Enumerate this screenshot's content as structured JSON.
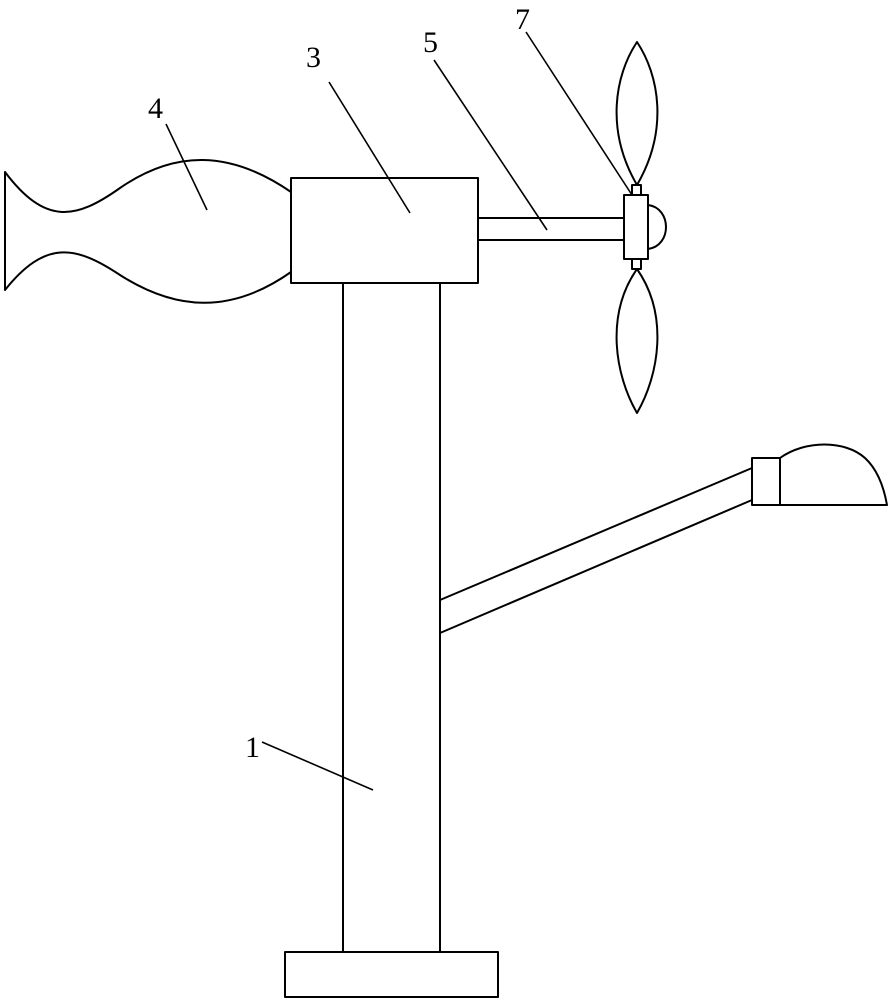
{
  "diagram": {
    "labels": {
      "pole": "1",
      "housing": "3",
      "intake_horn": "4",
      "shaft": "5",
      "propeller": "7"
    },
    "colors": {
      "line": "#000000",
      "background": "#ffffff"
    }
  }
}
